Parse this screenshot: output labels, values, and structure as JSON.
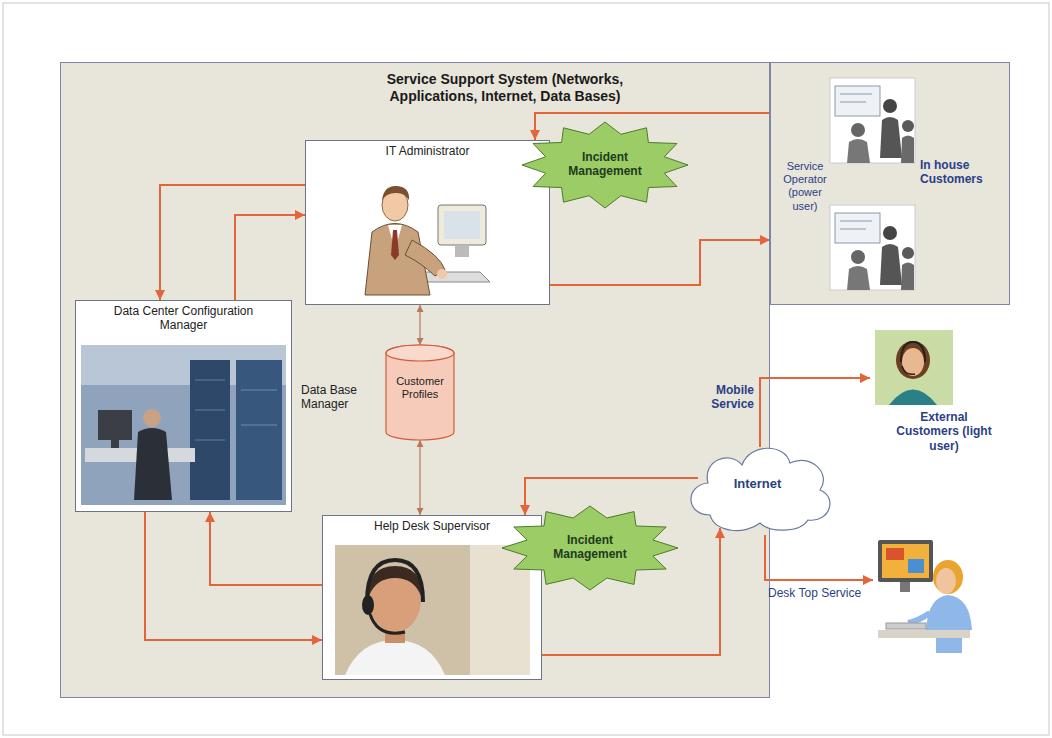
{
  "diagram": {
    "nodes": [
      {
        "text": [
          "Service Support System (Networks, Applications, Internet, Data Bases)"
        ]
      },
      {
        "text": [
          "IT Administrator"
        ],
        "in": 0
      },
      {
        "text": [
          "Data Center Configuration Manager"
        ],
        "in": 0
      },
      {
        "text": [
          "Data Base Manager",
          "Customer Profiles"
        ],
        "in": 0
      },
      {
        "text": [
          "Incident Management"
        ],
        "in": 0
      },
      {
        "text": [
          "Help Desk Supervisor"
        ],
        "in": 0
      },
      {
        "text": [
          "Incident Management"
        ],
        "in": 0
      },
      {
        "text": [
          "In house Customers"
        ]
      },
      {
        "text": [
          "Internet"
        ]
      },
      {
        "text": [
          "External Customers (light user)"
        ]
      }
    ],
    "edges": [
      {
        "from": 1,
        "to": 2,
        "arrow": "to"
      },
      {
        "from": 2,
        "to": 1,
        "arrow": "to"
      },
      {
        "from": 2,
        "to": 5,
        "arrow": "to"
      },
      {
        "from": 5,
        "to": 2,
        "arrow": "to"
      },
      {
        "from": 1,
        "to": 3,
        "arrow": "both"
      },
      {
        "from": 3,
        "to": 5,
        "arrow": "both"
      },
      {
        "from": 7,
        "to": 1,
        "arrow": "to"
      },
      {
        "from": 1,
        "to": 7,
        "arrow": "to"
      },
      {
        "from": 8,
        "to": 5,
        "arrow": "to"
      },
      {
        "from": 5,
        "to": 8,
        "arrow": "to"
      },
      {
        "from": 8,
        "to": 9,
        "label": "Mobile Service",
        "arrow": "to"
      }
    ],
    "labels": [
      "Service Operator (power user)",
      "Desk Top Service"
    ]
  }
}
